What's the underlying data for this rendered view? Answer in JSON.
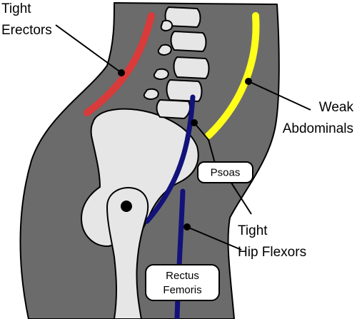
{
  "colors": {
    "body_fill": "#6b6b6b",
    "bone_fill": "#e6e6e6",
    "tight_erectors": "#d93a3a",
    "weak_abdominals": "#ffff1a",
    "hip_flexor_muscles": "#12127a",
    "outline": "#000000",
    "label_box": "#ffffff"
  },
  "labels": {
    "tight_erectors": [
      "Tight",
      "Erectors"
    ],
    "weak_abdominals": [
      "Weak",
      "Abdominals"
    ],
    "tight_hip_flexors": [
      "Tight",
      "Hip Flexors"
    ],
    "psoas": "Psoas",
    "rectus_femoris": [
      "Rectus",
      "Femoris"
    ]
  },
  "icons": {
    "pointer_dot": "filled-circle",
    "hip_joint": "filled-circle"
  }
}
